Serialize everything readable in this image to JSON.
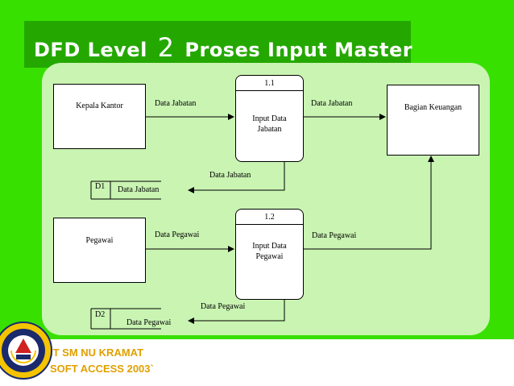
{
  "slide": {
    "title_prefix": "DFD Level",
    "title_number": "2",
    "title_suffix": "Proses Input Master"
  },
  "diagram": {
    "entities": {
      "kepala_kantor": "Kepala Kantor",
      "bagian_keuangan": "Bagian Keuangan",
      "pegawai": "Pegawai"
    },
    "processes": {
      "p1": {
        "id": "1.1",
        "label_line1": "Input Data",
        "label_line2": "Jabatan"
      },
      "p2": {
        "id": "1.2",
        "label_line1": "Input Data",
        "label_line2": "Pegawai"
      }
    },
    "stores": {
      "d1": {
        "id": "D1",
        "name": "Data Jabatan"
      },
      "d2": {
        "id": "D2",
        "name": "Data Pegawai"
      }
    },
    "flows": {
      "kepala_to_p1": "Data Jabatan",
      "p1_to_keuangan": "Data Jabatan",
      "p1_to_d1": "Data Jabatan",
      "pegawai_to_p2": "Data Pegawai",
      "p2_to_keuangan": "Data Pegawai",
      "p2_to_d2": "Data Pegawai"
    }
  },
  "footer": {
    "line1": "IT SM NU KRAMAT",
    "line2": "SOFT ACCESS 2003`"
  },
  "colors": {
    "background": "#38e000",
    "title_bar": "#24a800",
    "panel": "#c9f4b2",
    "footer_text": "#e0a000"
  }
}
